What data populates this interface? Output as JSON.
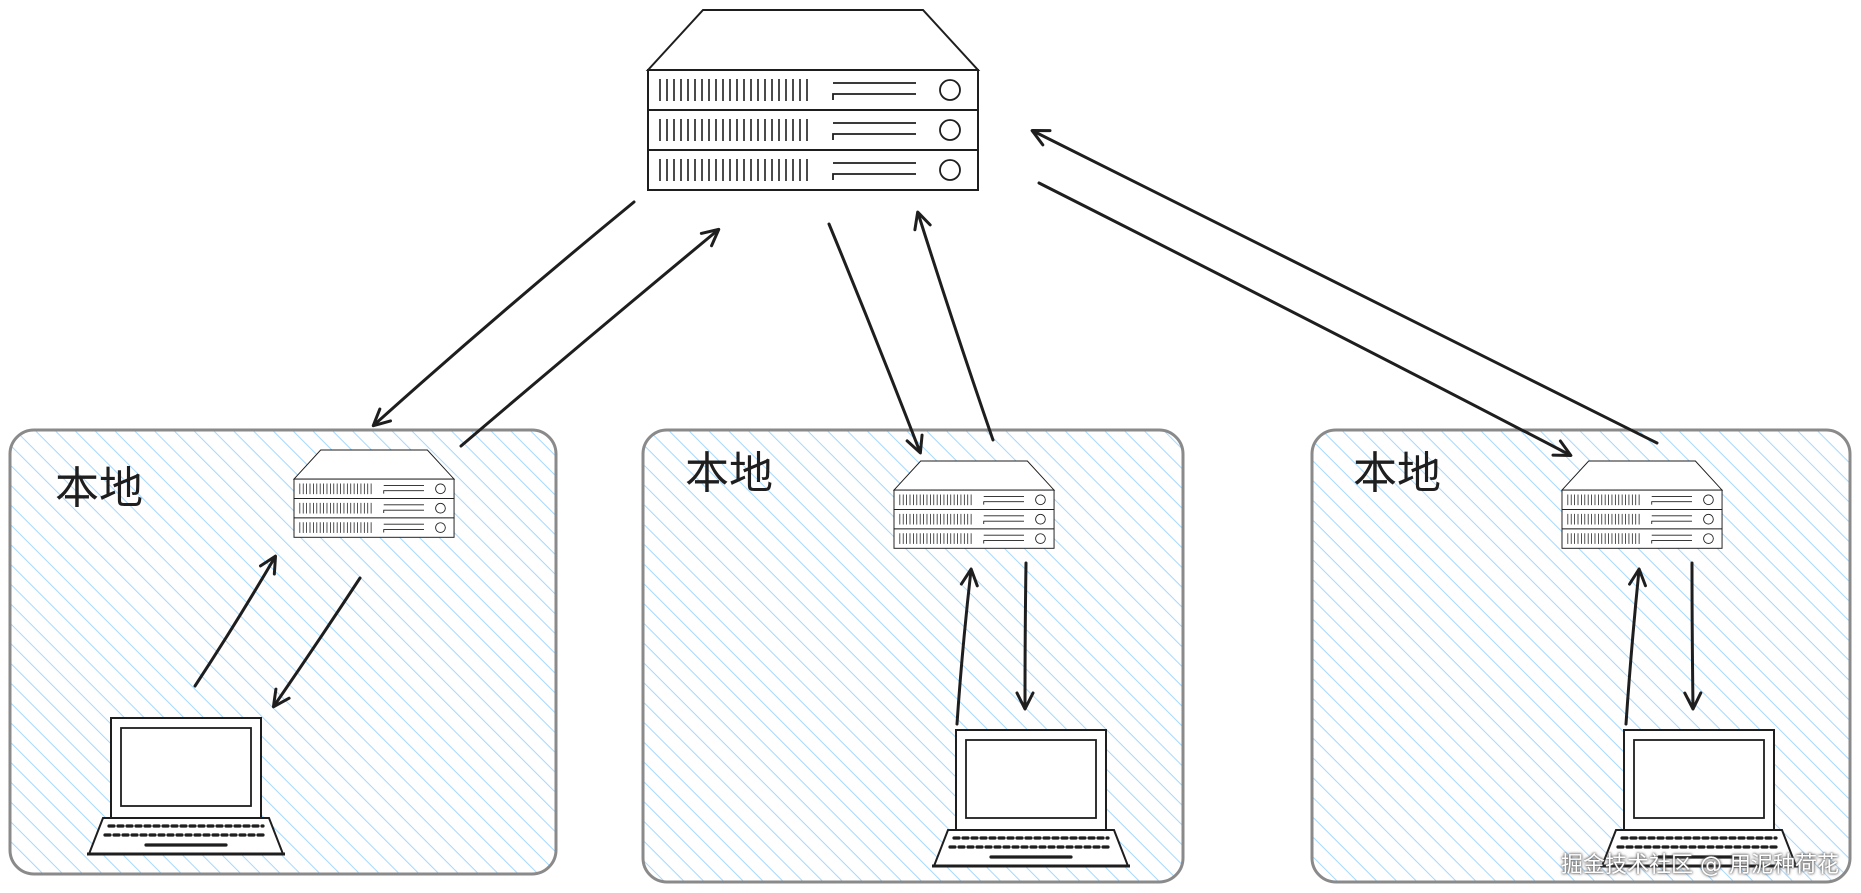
{
  "zones": [
    {
      "label": "本地"
    },
    {
      "label": "本地"
    },
    {
      "label": "本地"
    }
  ],
  "watermark": "掘金技术社区 @ 用泥种荷花",
  "colors": {
    "stroke": "#1e1e1e",
    "zone_border": "#8a8a8a",
    "hatch": "#a5d8ff",
    "background": "#ffffff"
  },
  "icons": {
    "central": "server-rack-icon",
    "local": "server-rack-icon",
    "client": "laptop-icon"
  }
}
